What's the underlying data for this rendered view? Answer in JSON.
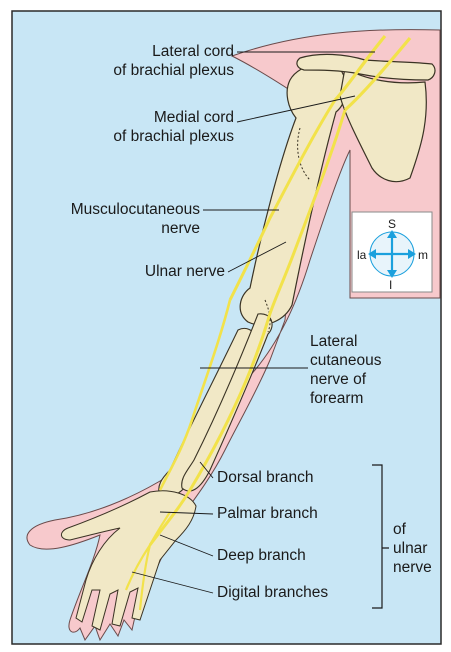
{
  "labels": {
    "lateral_cord": [
      "Lateral cord",
      "of brachial plexus"
    ],
    "medial_cord": [
      "Medial cord",
      "of brachial plexus"
    ],
    "musculocutaneous": [
      "Musculocutaneous",
      "nerve"
    ],
    "ulnar_nerve": "Ulnar nerve",
    "lateral_cutaneous": [
      "Lateral",
      "cutaneous",
      "nerve of",
      "forearm"
    ],
    "dorsal_branch": "Dorsal branch",
    "palmar_branch": "Palmar branch",
    "deep_branch": "Deep branch",
    "digital_branches": "Digital branches",
    "group": [
      "of",
      "ulnar",
      "nerve"
    ]
  },
  "compass": {
    "superior": "S",
    "inferior": "I",
    "lateral": "la",
    "medial": "m"
  },
  "colors": {
    "background": "#c8e6f5",
    "skin": "#f7c9cc",
    "bone": "#f1e8c6",
    "nerve": "#f2e24a",
    "compass_arrow": "#1ba0dd",
    "border": "#2a2a2a"
  }
}
